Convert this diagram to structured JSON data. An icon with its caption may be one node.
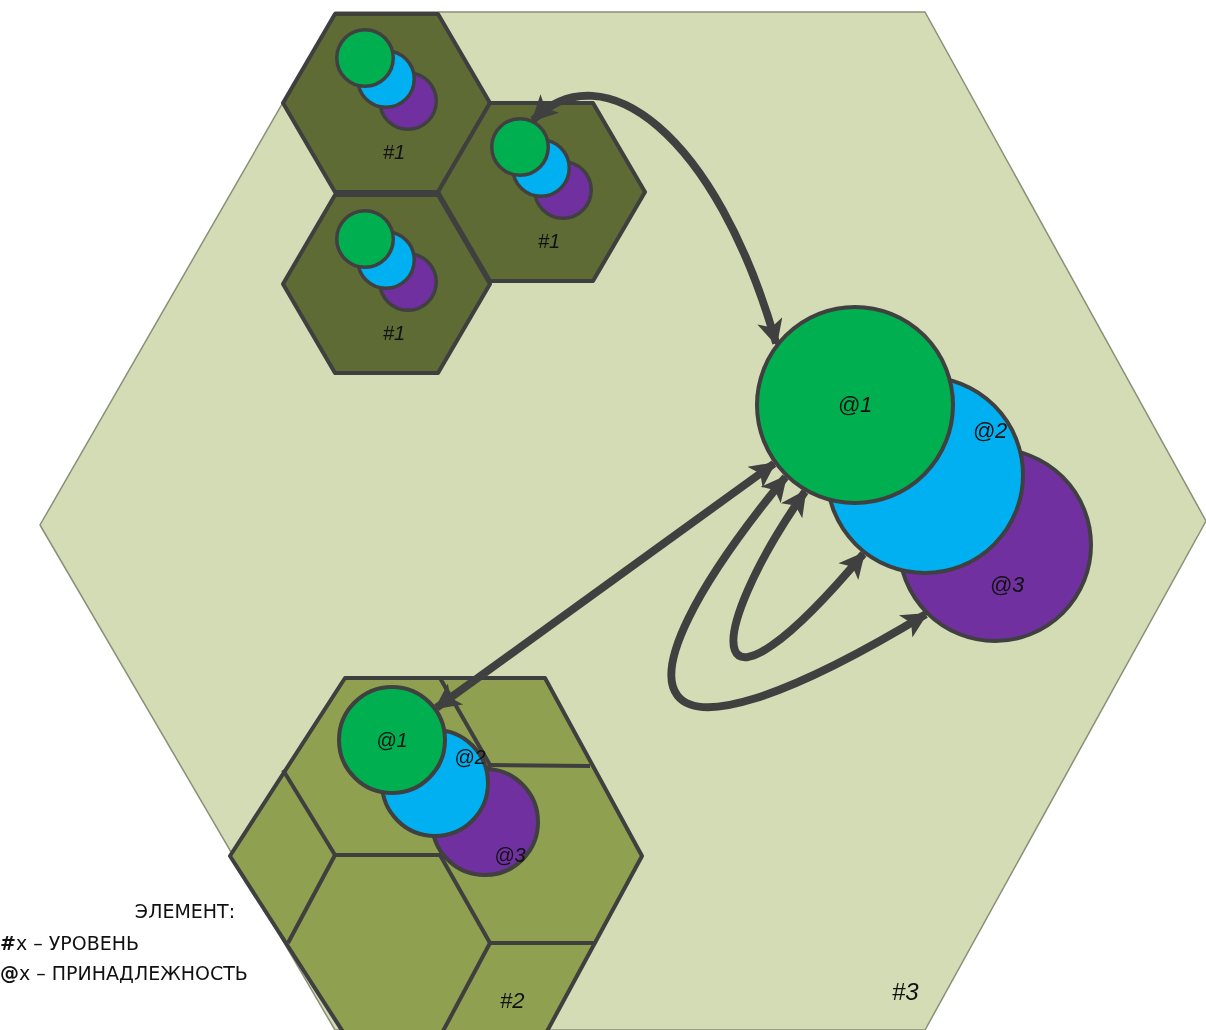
{
  "diagram": {
    "nodes": [
      {
        "text": [
          "#3"
        ]
      },
      {
        "text": [
          "#1"
        ],
        "in": 0
      },
      {
        "text": [],
        "shape": "circle",
        "in": 1
      },
      {
        "text": [],
        "shape": "circle",
        "in": 1
      },
      {
        "text": [],
        "shape": "circle",
        "in": 1
      },
      {
        "text": [
          "#1"
        ],
        "in": 0
      },
      {
        "text": [],
        "shape": "circle",
        "in": 5
      },
      {
        "text": [],
        "shape": "circle",
        "in": 5
      },
      {
        "text": [],
        "shape": "circle",
        "in": 5
      },
      {
        "text": [
          "#1"
        ],
        "in": 0
      },
      {
        "text": [],
        "shape": "circle",
        "in": 9
      },
      {
        "text": [],
        "shape": "circle",
        "in": 9
      },
      {
        "text": [],
        "shape": "circle",
        "in": 9
      },
      {
        "text": [
          "@1"
        ],
        "in": 0
      },
      {
        "text": [
          "@2"
        ],
        "in": 0
      },
      {
        "text": [
          "@3"
        ],
        "in": 0
      },
      {
        "text": [
          "#2"
        ],
        "in": 0
      },
      {
        "text": [
          "@1"
        ],
        "in": 16
      },
      {
        "text": [
          "@2"
        ],
        "in": 16
      },
      {
        "text": [
          "@3"
        ],
        "in": 16
      }
    ],
    "edges": [
      {
        "from": 6,
        "to": 13,
        "arrow": "both"
      },
      {
        "from": 13,
        "to": 17,
        "arrow": "both"
      },
      {
        "from": 13,
        "to": 14,
        "arrow": "both"
      },
      {
        "from": 13,
        "to": 15,
        "arrow": "both"
      }
    ],
    "labels": [
      "ЭЛЕМЕНТ:",
      "**#**x – УРОВЕНЬ",
      "**@**x – ПРИНАДЛЕЖНОСТЬ"
    ]
  }
}
